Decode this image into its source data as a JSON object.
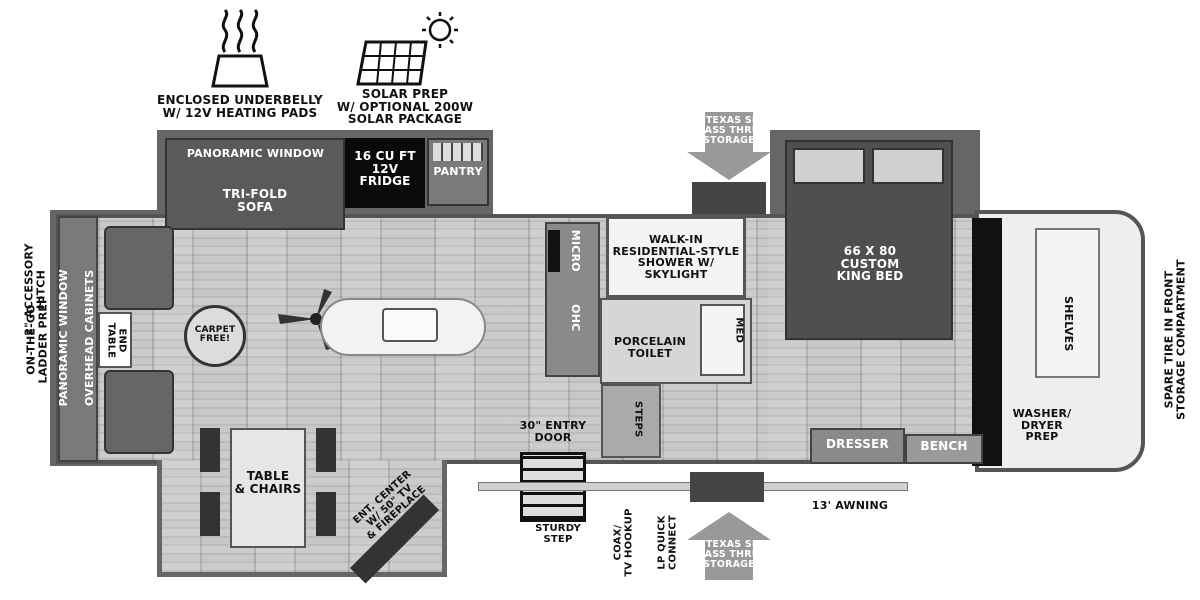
{
  "features": {
    "underbelly": "ENCLOSED UNDERBELLY\nW/ 12V HEATING PADS",
    "solar": "SOLAR PREP\nW/ OPTIONAL 200W\nSOLAR PACKAGE"
  },
  "rooms": {
    "panoramic_window_top": "PANORAMIC WINDOW",
    "trifold_sofa": "TRI-FOLD\nSOFA",
    "fridge": "16 CU FT\n12V\nFRIDGE",
    "pantry": "PANTRY",
    "micro": "MICRO",
    "ohc": "OHC",
    "shower": "WALK-IN\nRESIDENTIAL-STYLE\nSHOWER W/\nSKYLIGHT",
    "toilet": "PORCELAIN\nTOILET",
    "med": "MED",
    "steps": "STEPS",
    "king_bed": "66 X 80\nCUSTOM\nKING BED",
    "shelves": "SHELVES",
    "washer_dryer": "WASHER/\nDRYER\nPREP",
    "dresser": "DRESSER",
    "bench": "BENCH",
    "end_table": "END\nTABLE",
    "panoramic_window_side": "PANORAMIC WINDOW",
    "overhead_cabinets": "OVERHEAD CABINETS",
    "table_chairs": "TABLE\n& CHAIRS",
    "ent_center": "ENT. CENTER\nW/ 50\" TV\n& FIREPLACE",
    "carpet_free": "CARPET FREE!"
  },
  "exterior": {
    "storage_top": "XL TEXAS SIZE\nPASS THRU\nSTORAGE",
    "storage_bottom": "XL TEXAS SIZE\nPASS THRU\nSTORAGE",
    "entry_door": "30\" ENTRY\nDOOR",
    "sturdy_step": "STURDY\nSTEP",
    "coax": "COAX/\nTV HOOKUP",
    "lp": "LP QUICK\nCONNECT",
    "awning": "13' AWNING",
    "hitch": "2\" ACCESSORY\nHITCH",
    "ladder": "ON-THE-GO\nLADDER PREP",
    "spare_tire": "SPARE TIRE IN FRONT\nSTORAGE COMPARTMENT"
  },
  "icons": {
    "heat": "heat-waves-icon",
    "solar": "solar-panel-icon",
    "fan": "ceiling-fan-icon",
    "carpet": "carpet-free-badge-icon"
  }
}
